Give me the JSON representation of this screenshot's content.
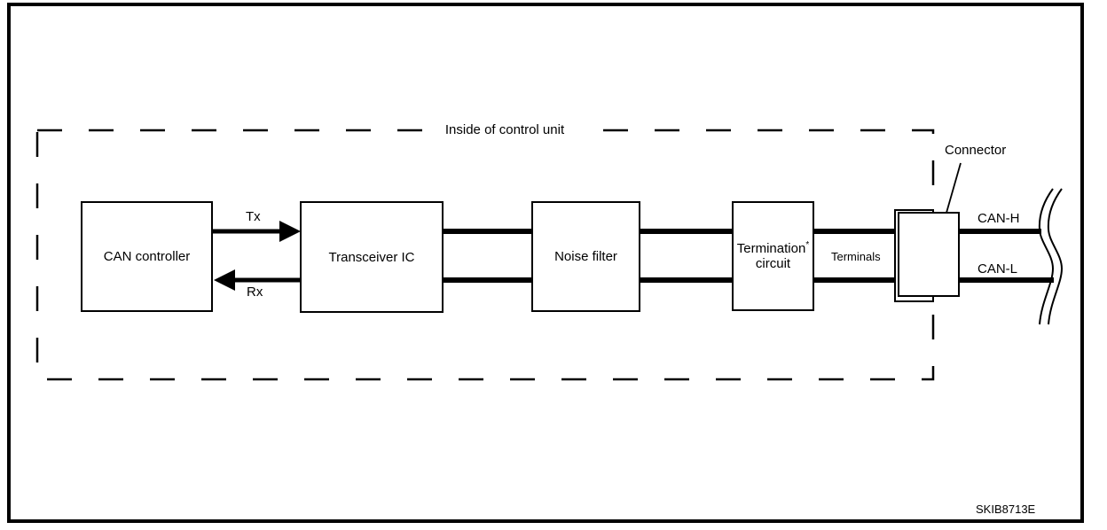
{
  "diagram": {
    "type": "block-diagram",
    "boundary_label": "Inside of control unit",
    "figure_code": "SKIB8713E",
    "blocks": [
      {
        "label": "CAN controller"
      },
      {
        "label": "Transceiver IC"
      },
      {
        "label": "Noise filter"
      },
      {
        "label_line1": "Termination",
        "footnote_marker": "*",
        "label_line2": "circuit"
      }
    ],
    "signals": [
      {
        "label": "Tx",
        "direction": "controller-to-transceiver"
      },
      {
        "label": "Rx",
        "direction": "transceiver-to-controller"
      }
    ],
    "terminals_label": "Terminals",
    "connector_label": "Connector",
    "bus_wires": [
      {
        "label": "CAN-H"
      },
      {
        "label": "CAN-L"
      }
    ],
    "colors": {
      "line": "#000000",
      "background": "#ffffff"
    }
  }
}
